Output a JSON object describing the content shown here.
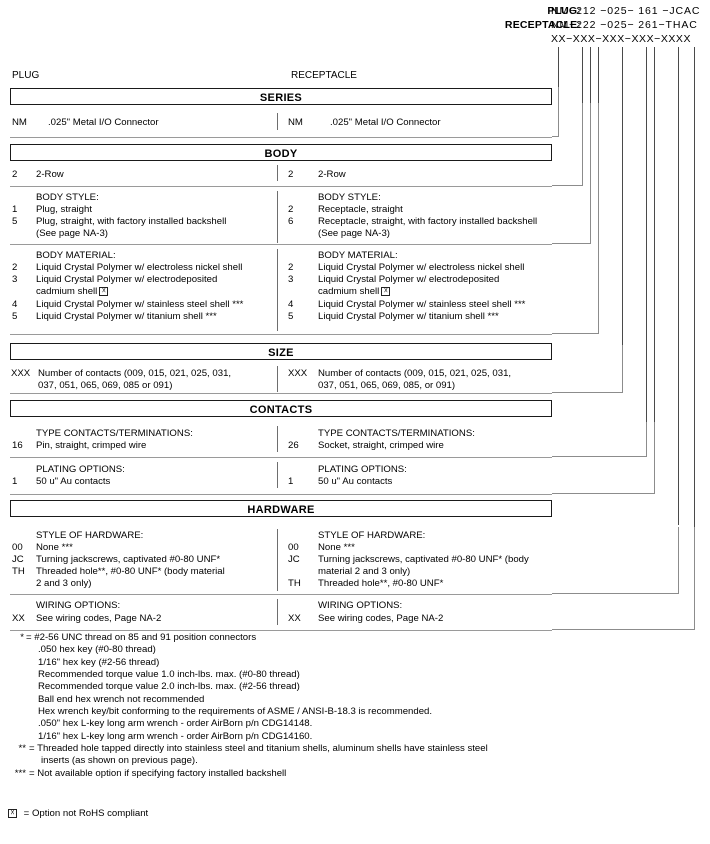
{
  "part_number": {
    "plug_label": "PLUG:",
    "receptacle_label": "RECEPTACLE:",
    "plug_value": "NM−212 −025− 161 −JCAC",
    "receptacle_value": "NM−222 −025− 261−THAC",
    "mask_value": "XX−XXX−XXX−XXX−XXXX"
  },
  "columns": {
    "plug": "PLUG",
    "receptacle": "RECEPTACLE"
  },
  "sections": [
    {
      "title": "SERIES"
    },
    {
      "title": "BODY"
    },
    {
      "title": "SIZE"
    },
    {
      "title": "CONTACTS"
    },
    {
      "title": "HARDWARE"
    }
  ],
  "series": {
    "plug": {
      "code": "NM",
      "desc": ".025\" Metal I/O Connector"
    },
    "receptacle": {
      "code": "NM",
      "desc": ".025\" Metal I/O Connector"
    }
  },
  "body_row": {
    "plug": {
      "code": "2",
      "desc": "2-Row"
    },
    "receptacle": {
      "code": "2",
      "desc": "2-Row"
    }
  },
  "body_style": {
    "heading": "BODY STYLE:",
    "plug": [
      {
        "code": "1",
        "desc": "Plug, straight"
      },
      {
        "code": "5",
        "desc": "Plug, straight, with factory installed backshell"
      },
      {
        "code": "",
        "desc": "(See page NA-3)"
      }
    ],
    "receptacle": [
      {
        "code": "2",
        "desc": "Receptacle, straight"
      },
      {
        "code": "6",
        "desc": "Receptacle, straight, with factory installed backshell"
      },
      {
        "code": "",
        "desc": "(See page NA-3)"
      }
    ]
  },
  "body_material": {
    "heading": "BODY MATERIAL:",
    "plug": [
      {
        "code": "2",
        "desc": "Liquid Crystal Polymer w/ electroless nickel shell",
        "rohs": false
      },
      {
        "code": "3",
        "desc": "Liquid Crystal Polymer w/ electrodeposited",
        "rohs": false
      },
      {
        "code": "",
        "desc": "cadmium shell",
        "rohs": true
      },
      {
        "code": "4",
        "desc": "Liquid Crystal Polymer w/ stainless steel shell ***",
        "rohs": false
      },
      {
        "code": "5",
        "desc": "Liquid Crystal Polymer w/ titanium shell ***",
        "rohs": false
      }
    ],
    "receptacle": [
      {
        "code": "2",
        "desc": "Liquid Crystal Polymer w/ electroless nickel shell",
        "rohs": false
      },
      {
        "code": "3",
        "desc": "Liquid Crystal Polymer w/ electrodeposited",
        "rohs": false
      },
      {
        "code": "",
        "desc": "cadmium shell",
        "rohs": true
      },
      {
        "code": "4",
        "desc": "Liquid Crystal Polymer w/ stainless steel shell ***",
        "rohs": false
      },
      {
        "code": "5",
        "desc": "Liquid Crystal Polymer w/ titanium shell ***",
        "rohs": false
      }
    ]
  },
  "size": {
    "plug": [
      {
        "code": "XXX",
        "desc": "Number of contacts (009, 015, 021, 025, 031,"
      },
      {
        "code": "",
        "desc": "037, 051, 065, 069, 085 or 091)"
      }
    ],
    "receptacle": [
      {
        "code": "XXX",
        "desc": "Number of contacts (009, 015, 021, 025, 031,"
      },
      {
        "code": "",
        "desc": "037, 051, 065, 069, 085, or 091)"
      }
    ]
  },
  "contact_type": {
    "heading": "TYPE CONTACTS/TERMINATIONS:",
    "plug": {
      "code": "16",
      "desc": "Pin, straight, crimped wire"
    },
    "receptacle": {
      "code": "26",
      "desc": "Socket, straight, crimped wire"
    }
  },
  "plating": {
    "heading": "PLATING OPTIONS:",
    "plug": {
      "code": "1",
      "desc": "50 u\" Au contacts"
    },
    "receptacle": {
      "code": "1",
      "desc": "50 u\" Au contacts"
    }
  },
  "hardware_style": {
    "heading": "STYLE OF HARDWARE:",
    "plug": [
      {
        "code": "00",
        "desc": "None ***"
      },
      {
        "code": "JC",
        "desc": "Turning jackscrews, captivated #0-80 UNF*"
      },
      {
        "code": "TH",
        "desc": "Threaded hole**, #0-80 UNF* (body material"
      },
      {
        "code": "",
        "desc": "2 and 3 only)"
      }
    ],
    "receptacle": [
      {
        "code": "00",
        "desc": "None ***"
      },
      {
        "code": "JC",
        "desc": "Turning jackscrews, captivated #0-80 UNF* (body"
      },
      {
        "code": "",
        "desc": "material 2 and 3 only)"
      },
      {
        "code": "TH",
        "desc": "Threaded hole**, #0-80 UNF*"
      }
    ]
  },
  "wiring": {
    "heading": "WIRING OPTIONS:",
    "plug": {
      "code": "XX",
      "desc": "See wiring codes, Page NA-2"
    },
    "receptacle": {
      "code": "XX",
      "desc": "See wiring codes, Page NA-2"
    }
  },
  "footnotes": [
    {
      "mark": "*",
      "lines": [
        "= #2-56 UNC thread on 85 and 91 position connectors",
        ".050 hex key (#0-80 thread)",
        "1/16\" hex key (#2-56 thread)",
        "Recommended torque value 1.0 inch-lbs. max. (#0-80 thread)",
        "Recommended torque value 2.0 inch-lbs. max. (#2-56 thread)",
        "Ball end hex wrench not recommended",
        "Hex wrench key/bit conforming to the requirements of ASME / ANSI-B-18.3 is recommended.",
        ".050\" hex L-key long arm wrench - order AirBorn p/n CDG14148.",
        "1/16\" hex L-key long arm wrench - order AirBorn p/n CDG14160."
      ]
    },
    {
      "mark": "**",
      "lines": [
        "= Threaded hole tapped directly into stainless steel and titanium shells, aluminum shells have stainless steel",
        "inserts (as shown on previous page)."
      ]
    },
    {
      "mark": "***",
      "lines": [
        "= Not available option if specifying factory installed backshell"
      ]
    }
  ],
  "rohs_note": "= Option not RoHS compliant"
}
